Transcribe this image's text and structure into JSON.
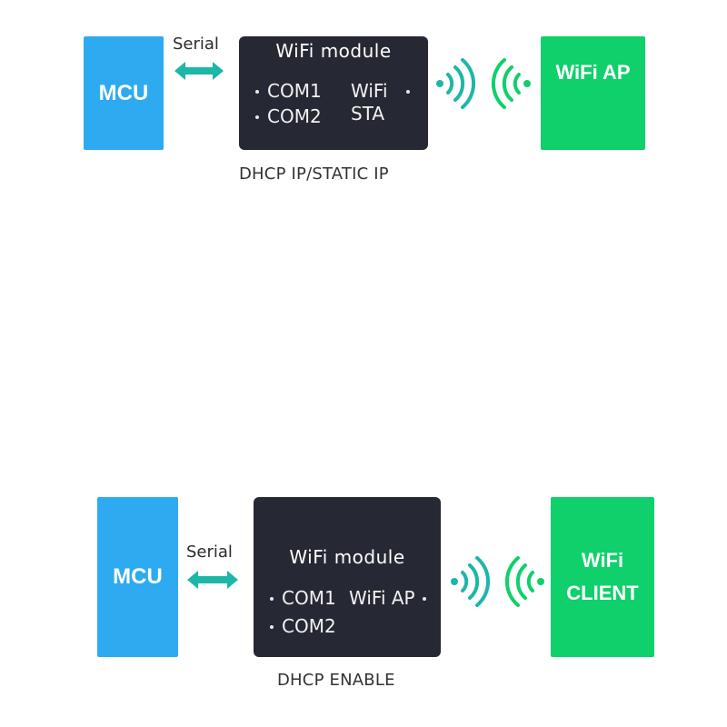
{
  "colors": {
    "mcu": "#2eaaf0",
    "module": "#262833",
    "peer": "#0fd06a",
    "arrow": "#1db6a8"
  },
  "top": {
    "mcu_label": "MCU",
    "serial_label": "Serial",
    "module_title": "WiFi module",
    "com1": "COM1",
    "com2": "COM2",
    "mode_line1": "WiFi",
    "mode_line2": "STA",
    "peer_label": "WiFi AP",
    "caption": "DHCP IP/STATIC IP"
  },
  "bottom": {
    "mcu_label": "MCU",
    "serial_label": "Serial",
    "module_title": "WiFi module",
    "com1": "COM1",
    "com2": "COM2",
    "mode_line1": "WiFi AP",
    "peer_label": "WiFi\nCLIENT",
    "caption": "DHCP ENABLE"
  }
}
